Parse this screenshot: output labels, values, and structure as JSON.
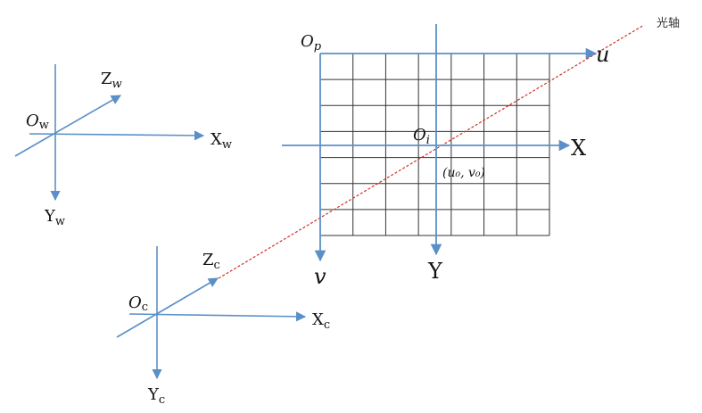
{
  "colors": {
    "axis": "#5b8fc7",
    "grid": "#333333",
    "optical_axis": "#d0312d",
    "text": "#111111"
  },
  "labels": {
    "optical_axis": "光轴",
    "world": {
      "origin": "O",
      "origin_sub": "w",
      "x": "X",
      "x_sub": "w",
      "y": "Y",
      "y_sub": "w",
      "z": "Z",
      "z_sub": "w"
    },
    "camera": {
      "origin": "O",
      "origin_sub": "c",
      "x": "X",
      "x_sub": "c",
      "y": "Y",
      "y_sub": "c",
      "z": "Z",
      "z_sub": "c"
    },
    "pixel": {
      "origin": "O",
      "origin_sub": "p",
      "u": "u",
      "v": "v"
    },
    "image": {
      "origin": "O",
      "origin_sub": "i",
      "x": "X",
      "y": "Y",
      "principal_point": "(u₀, v₀)"
    }
  },
  "grid": {
    "columns": 7,
    "rows": 7
  }
}
